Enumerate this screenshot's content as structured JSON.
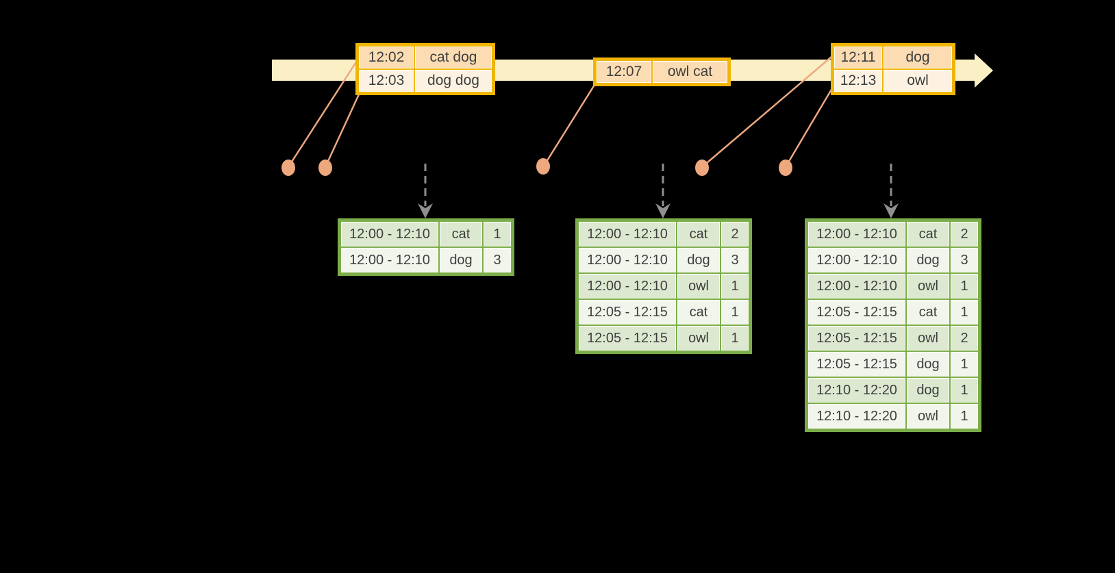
{
  "timeline": {
    "events": [
      {
        "rows": [
          [
            "12:02",
            "cat dog"
          ],
          [
            "12:03",
            "dog dog"
          ]
        ]
      },
      {
        "rows": [
          [
            "12:07",
            "owl cat"
          ]
        ]
      },
      {
        "rows": [
          [
            "12:11",
            "dog"
          ],
          [
            "12:13",
            "owl"
          ]
        ]
      }
    ]
  },
  "results": {
    "tables": [
      {
        "rows": [
          [
            "12:00 - 12:10",
            "cat",
            "1"
          ],
          [
            "12:00 - 12:10",
            "dog",
            "3"
          ]
        ]
      },
      {
        "rows": [
          [
            "12:00 - 12:10",
            "cat",
            "2"
          ],
          [
            "12:00 - 12:10",
            "dog",
            "3"
          ],
          [
            "12:00 - 12:10",
            "owl",
            "1"
          ],
          [
            "12:05 - 12:15",
            "cat",
            "1"
          ],
          [
            "12:05 - 12:15",
            "owl",
            "1"
          ]
        ]
      },
      {
        "rows": [
          [
            "12:00 - 12:10",
            "cat",
            "2"
          ],
          [
            "12:00 - 12:10",
            "dog",
            "3"
          ],
          [
            "12:00 - 12:10",
            "owl",
            "1"
          ],
          [
            "12:05 - 12:15",
            "cat",
            "1"
          ],
          [
            "12:05 - 12:15",
            "owl",
            "2"
          ],
          [
            "12:05 - 12:15",
            "dog",
            "1"
          ],
          [
            "12:10 - 12:20",
            "dog",
            "1"
          ],
          [
            "12:10 - 12:20",
            "owl",
            "1"
          ]
        ]
      }
    ]
  },
  "colors": {
    "background": "#000000",
    "timeline_fill": "#fbf0c5",
    "event_table_border": "#f0b505",
    "event_row_odd": "#fbdcb3",
    "event_row_even": "#fdf2e2",
    "result_table_border": "#7bad4a",
    "result_row_odd": "#dde8d0",
    "result_row_even": "#f1f5ec",
    "connector": "#eda87e",
    "trigger_arrow": "#8f8f8f",
    "text": "#3e3e3e"
  }
}
